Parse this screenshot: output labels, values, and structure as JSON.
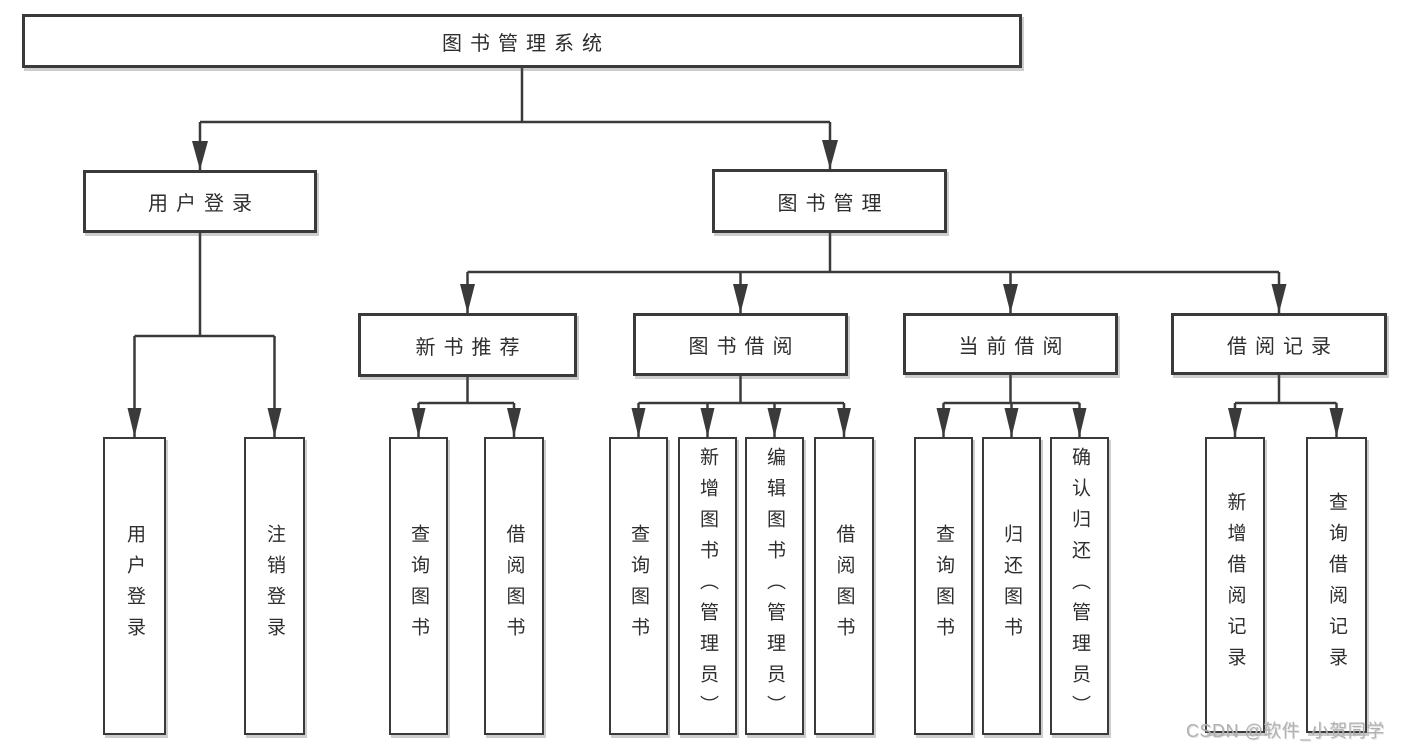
{
  "diagram": {
    "type": "functional-structure-tree",
    "colors": {
      "background": "#ffffff",
      "box_fill": "#ffffff",
      "box_border": "#3a3a3a",
      "line": "#3a3a3a",
      "text": "#2e2e2e",
      "watermark": "#b1b1b1"
    },
    "watermark": "CSDN @软件_小贺同学",
    "tree": {
      "root": {
        "label": "图书管理系统",
        "children": [
          {
            "label": "用户登录",
            "children": [
              {
                "label": "用户登录"
              },
              {
                "label": "注销登录"
              }
            ]
          },
          {
            "label": "图书管理",
            "children": [
              {
                "label": "新书推荐",
                "children": [
                  {
                    "label": "查询图书"
                  },
                  {
                    "label": "借阅图书"
                  }
                ]
              },
              {
                "label": "图书借阅",
                "children": [
                  {
                    "label": "查询图书"
                  },
                  {
                    "label": "新增图书（管理员）"
                  },
                  {
                    "label": "编辑图书（管理员）"
                  },
                  {
                    "label": "借阅图书"
                  }
                ]
              },
              {
                "label": "当前借阅",
                "children": [
                  {
                    "label": "查询图书"
                  },
                  {
                    "label": "归还图书"
                  },
                  {
                    "label": "确认归还（管理员）"
                  }
                ]
              },
              {
                "label": "借阅记录",
                "children": [
                  {
                    "label": "新增借阅记录"
                  },
                  {
                    "label": "查询借阅记录"
                  }
                ]
              }
            ]
          }
        ]
      }
    }
  }
}
